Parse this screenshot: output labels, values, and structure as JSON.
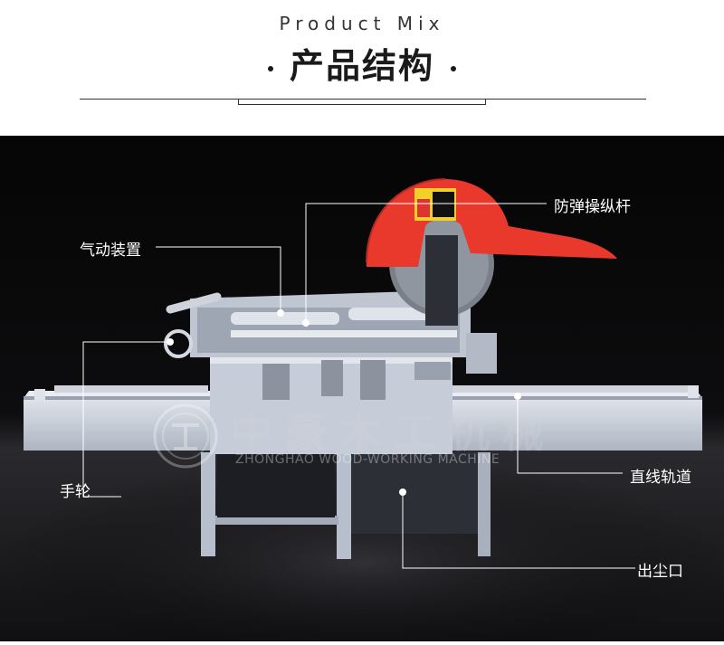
{
  "header": {
    "subtitle": "Product Mix",
    "title": "产品结构"
  },
  "callouts": {
    "pneumatic": "气动装置",
    "protection_bar": "防弹操纵杆",
    "handwheel": "手轮",
    "linear_rail": "直线轨道",
    "dust_outlet": "出尘口"
  },
  "watermark": {
    "chinese": "中豪木工机械",
    "english": "ZHONGHAO WOOD-WORKING MACHINE"
  },
  "colors": {
    "guard_red": "#e8392c",
    "machine_gray": "#c9cfda",
    "background_dark": "#0a0a0a"
  }
}
